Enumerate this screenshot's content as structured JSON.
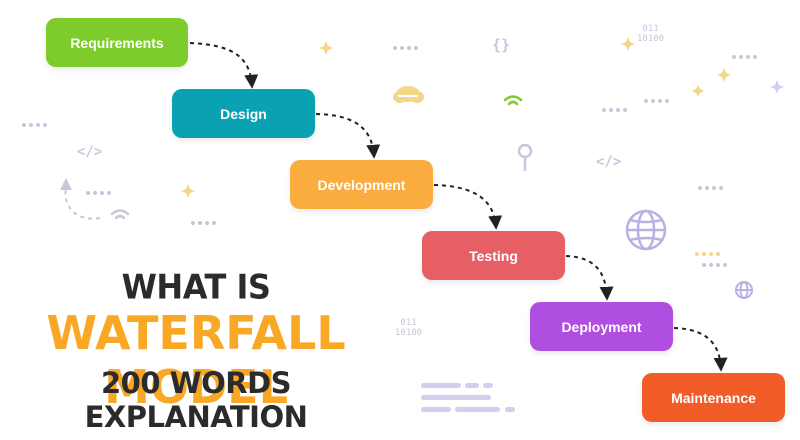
{
  "stages": [
    {
      "label": "Requirements",
      "color": "#7dcc2c"
    },
    {
      "label": "Design",
      "color": "#0aa1b2"
    },
    {
      "label": "Development",
      "color": "#fbac3f"
    },
    {
      "label": "Testing",
      "color": "#e65f64"
    },
    {
      "label": "Deployment",
      "color": "#b04ee2"
    },
    {
      "label": "Maintenance",
      "color": "#f25c28"
    }
  ],
  "title": {
    "line1": "WHAT IS",
    "line2": "WATERFALL MODEL",
    "line3": "200 WORDS EXPLANATION"
  },
  "decorations": {
    "binary_top": "011\n10100",
    "binary_left": "011\n10100",
    "braces": "{}",
    "code_tag": "</>"
  },
  "colors": {
    "accent_yellow": "#f9a825",
    "text_dark": "#2b2b2b",
    "decor_gray": "#c9c5dc",
    "decor_purple": "#b9b1e3",
    "decor_yellow": "#f5d58a",
    "decor_green": "#7dcc2c",
    "arrow": "#222222"
  }
}
